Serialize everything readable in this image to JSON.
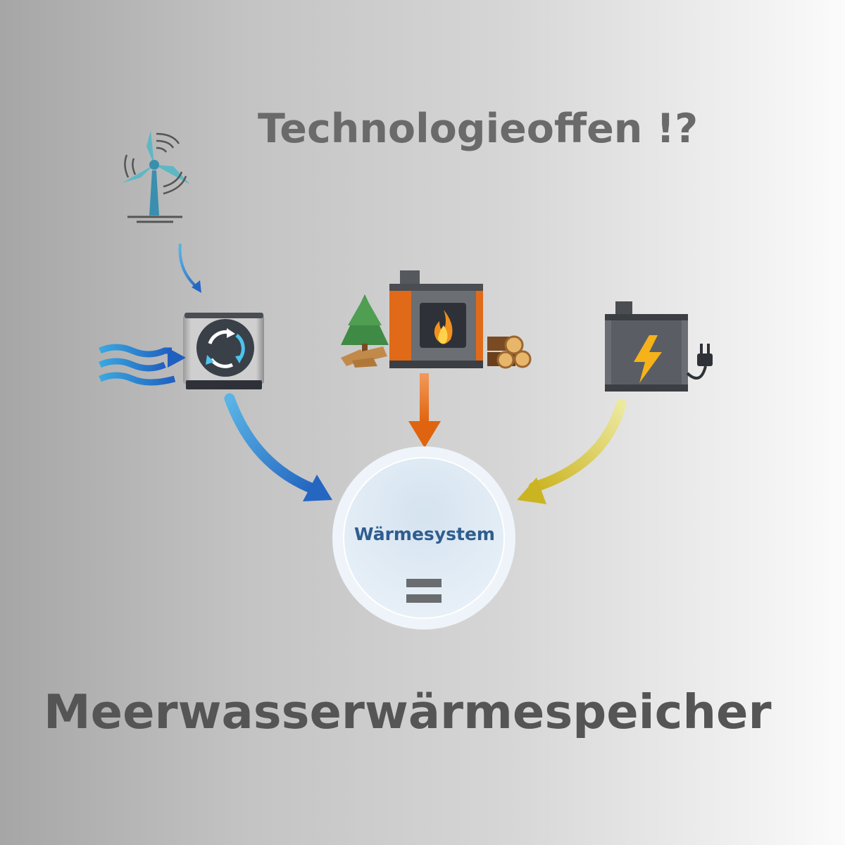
{
  "title": "Technologieoffen !?",
  "subtitle": "Meerwasserwärmespeicher",
  "center": {
    "label": "Wärmesystem",
    "symbol": "equals-icon"
  },
  "sources": [
    {
      "name": "wind-turbine-icon"
    },
    {
      "name": "seawater-heat-pump-icon"
    },
    {
      "name": "wood-boiler-icon"
    },
    {
      "name": "electric-boiler-icon"
    }
  ],
  "colors": {
    "heat_pump_arrow": "#2a6fc4",
    "wood_arrow": "#e46a1a",
    "electric_arrow": "#d4c02a",
    "center_text": "#2f5d8e"
  }
}
